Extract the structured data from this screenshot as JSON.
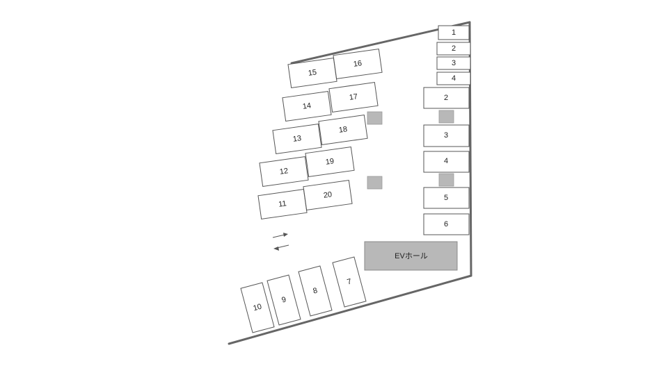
{
  "slots": [
    {
      "id": "s-r1",
      "label": "1"
    },
    {
      "id": "s-r2",
      "label": "2"
    },
    {
      "id": "s-r3",
      "label": "3"
    },
    {
      "id": "s-r4",
      "label": "4"
    },
    {
      "id": "s-b2",
      "label": "2"
    },
    {
      "id": "s-b3",
      "label": "3"
    },
    {
      "id": "s-b4",
      "label": "4"
    },
    {
      "id": "s-b5",
      "label": "5"
    },
    {
      "id": "s-b6",
      "label": "6"
    },
    {
      "id": "s-7",
      "label": "7"
    },
    {
      "id": "s-8",
      "label": "8"
    },
    {
      "id": "s-9",
      "label": "9"
    },
    {
      "id": "s-10",
      "label": "10"
    },
    {
      "id": "s-11",
      "label": "11"
    },
    {
      "id": "s-12",
      "label": "12"
    },
    {
      "id": "s-13",
      "label": "13"
    },
    {
      "id": "s-14",
      "label": "14"
    },
    {
      "id": "s-15",
      "label": "15"
    },
    {
      "id": "s-16",
      "label": "16"
    },
    {
      "id": "s-17",
      "label": "17"
    },
    {
      "id": "s-18",
      "label": "18"
    },
    {
      "id": "s-19",
      "label": "19"
    },
    {
      "id": "s-20",
      "label": "20"
    }
  ],
  "ev_hall": {
    "label": "EVホール"
  }
}
